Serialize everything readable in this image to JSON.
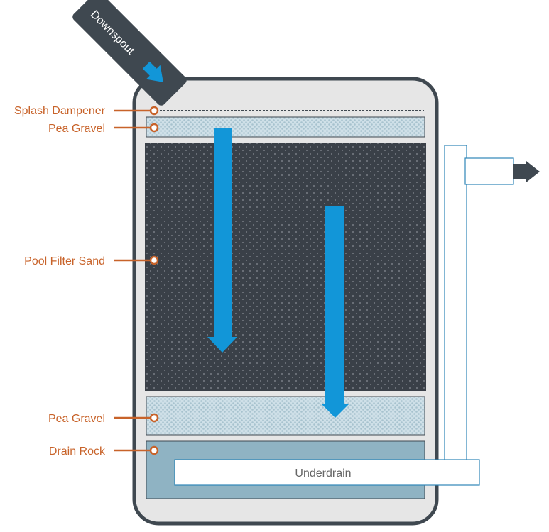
{
  "labels": {
    "downspout": "Downspout",
    "splash_dampener": "Splash Dampener",
    "pea_gravel_top": "Pea Gravel",
    "pool_filter_sand": "Pool Filter Sand",
    "pea_gravel_bottom": "Pea Gravel",
    "drain_rock": "Drain Rock",
    "underdrain": "Underdrain"
  },
  "colors": {
    "outline": "#3f4850",
    "container_fill": "#e6e6e6",
    "sand": "#3a4048",
    "gravel": "#c9dde6",
    "drain_rock": "#8fb3c3",
    "flow_arrow": "#1296d8",
    "label_orange": "#c8632a",
    "pipe_stroke": "#2e86b8"
  },
  "icons": {
    "flow_arrows": "down-arrow-icon",
    "outflow": "right-arrow-icon"
  }
}
